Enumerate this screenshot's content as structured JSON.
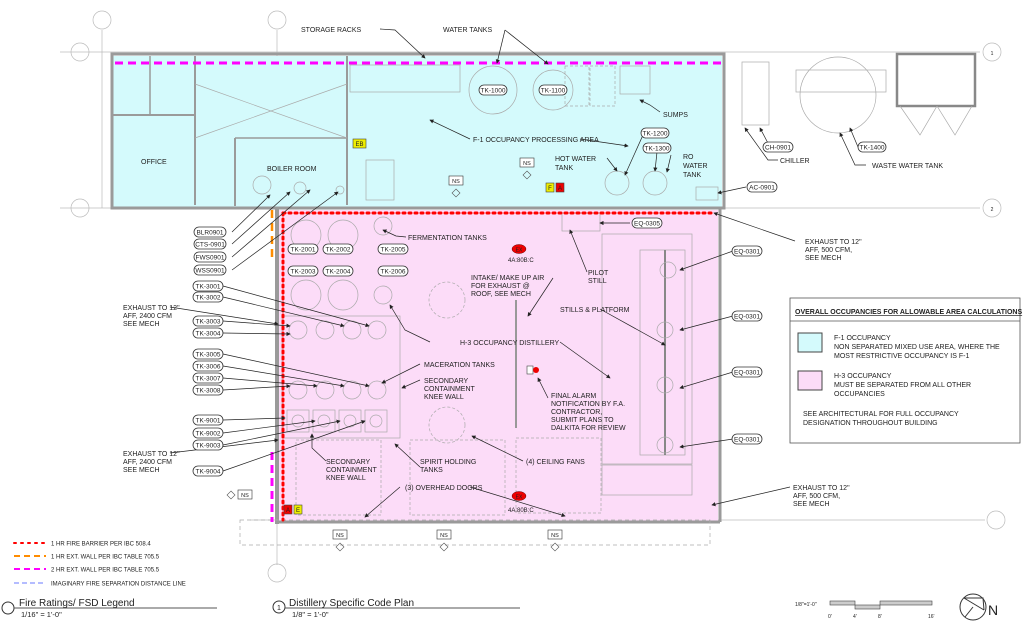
{
  "colors": {
    "f1": "#d4fafc",
    "h3": "#fcdcf8",
    "fire_barrier": "#ff0000",
    "ext1": "#ff8c00",
    "ext2": "#ff00ff",
    "fsd": "#3a4cff"
  },
  "top_labels": {
    "storage_racks": "STORAGE RACKS",
    "water_tanks": "WATER TANKS",
    "sumps": "SUMPS",
    "f1_area": "F-1 OCCUPANCY PROCESSING AREA",
    "hot_water": [
      "HOT WATER",
      "TANK"
    ],
    "ro_water": [
      "RO",
      "WATER",
      "TANK"
    ],
    "chiller": "CHILLER",
    "waste_water": "WASTE WATER TANK",
    "office": "OFFICE",
    "boiler_room": "BOILER ROOM"
  },
  "tags": {
    "tk1000": "TK-1000",
    "tk1100": "TK-1100",
    "tk1200": "TK-1200",
    "tk1300": "TK-1300",
    "ch0901": "CH-0901",
    "tk1400": "TK-1400",
    "ac0901": "AC-0901",
    "eq0305": "EQ-0305",
    "eq0301": "EQ-0301",
    "left_equip": [
      "BLR0901",
      "CTS-0901",
      "FWS0901",
      "WSS0901"
    ],
    "ferm": [
      "TK-2001",
      "TK-2002",
      "TK-2005",
      "TK-2003",
      "TK-2004",
      "TK-2006"
    ],
    "mac": [
      "TK-3001",
      "TK-3002",
      "TK-3003",
      "TK-3004",
      "TK-3005",
      "TK-3006",
      "TK-3007",
      "TK-3008"
    ],
    "spirit": [
      "TK-9001",
      "TK-9002",
      "TK-9003",
      "TK-9004"
    ]
  },
  "h3_labels": {
    "exhaust_500": [
      "EXHAUST TO 12\"",
      "AFF, 500 CFM,",
      "SEE MECH"
    ],
    "fermentation": "FERMENTATION TANKS",
    "intake": [
      "INTAKE/ MAKE UP AIR",
      "FOR EXHAUST @",
      "ROOF, SEE MECH"
    ],
    "pilot": [
      "PILOT",
      "STILL"
    ],
    "stills": "STILLS & PLATFORM",
    "h3_area": "H-3 OCCUPANCY DISTILLERY",
    "exhaust_2400": [
      "EXHAUST TO 12\"",
      "AFF, 2400 CFM",
      "SEE MECH"
    ],
    "maceration": "MACERATION TANKS",
    "knee_wall": [
      "SECONDARY",
      "CONTAINMENT",
      "KNEE WALL"
    ],
    "final_alarm": [
      "FINAL ALARM",
      "NOTIFICATION BY F.A.",
      "CONTRACTOR,",
      "SUBMIT PLANS TO",
      "DALKITA FOR REVIEW"
    ],
    "spirit_holding": [
      "SPIRIT HOLDING",
      "TANKS"
    ],
    "ceiling_fans": "(4) CEILING FANS",
    "overhead_doors": "(3) OVERHEAD DOORS",
    "extinguisher_rating": "4A:80B:C",
    "ex": "EX",
    "ns": "NS",
    "eb": "EB",
    "f": "F",
    "a": "A",
    "e": "E"
  },
  "grid": {
    "g1": "1",
    "g2": "2"
  },
  "occupancy_legend": {
    "title": "OVERALL OCCUPANCIES FOR ALLOWABLE AREA CALCULATIONS",
    "f1": [
      "F-1 OCCUPANCY",
      "NON SEPARATED MIXED USE AREA, WHERE THE",
      "MOST RESTRICTIVE OCCUPANCY IS F-1"
    ],
    "h3": [
      "H-3 OCCUPANCY",
      "MUST BE SEPARATED FROM ALL OTHER",
      "OCCUPANCIES"
    ],
    "note": [
      "SEE ARCHITECTURAL FOR FULL OCCUPANCY",
      "DESIGNATION THROUGHOUT BUILDING"
    ]
  },
  "fire_legend": {
    "items": [
      "1 HR FIRE BARRIER PER IBC 508.4",
      "1 HR EXT. WALL PER IBC TABLE 705.5",
      "2 HR EXT. WALL PER IBC TABLE 705.5",
      "IMAGINARY FIRE SEPARATION DISTANCE LINE"
    ],
    "title": "Fire Ratings/ FSD Legend",
    "scale": "1/16\" = 1'-0\""
  },
  "plan_title": {
    "number": "1",
    "title": "Distillery Specific Code Plan",
    "scale": "1/8\" = 1'-0\""
  },
  "scale_bar": {
    "label": "1/8\"=1'-0\"",
    "ticks": [
      "0'",
      "4'",
      "8'",
      "16'"
    ]
  },
  "north": "N"
}
